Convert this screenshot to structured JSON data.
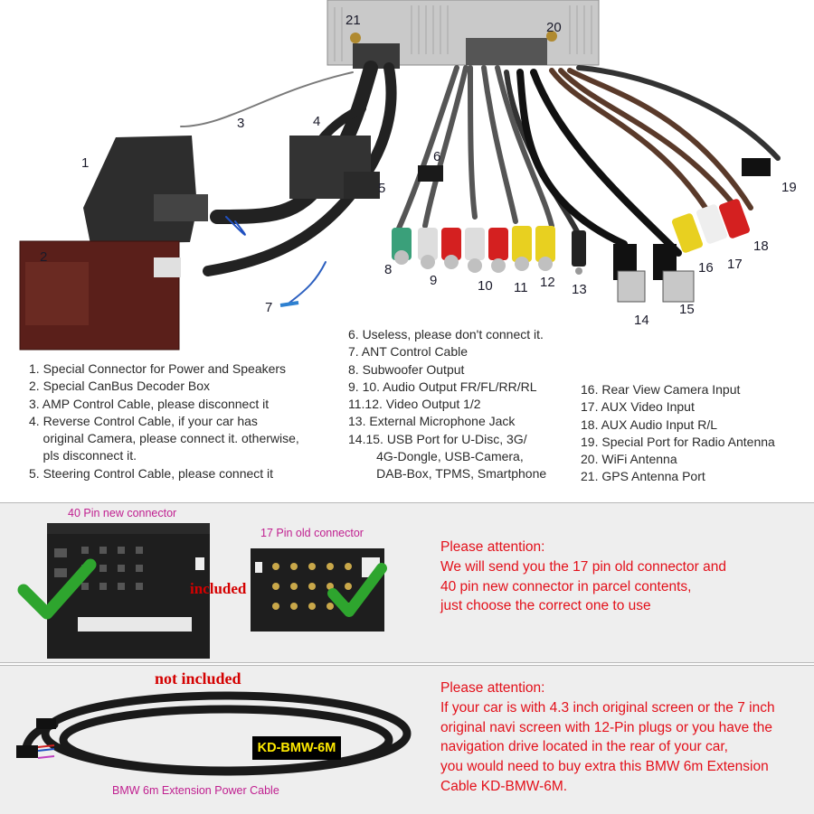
{
  "callouts": [
    "21",
    "20",
    "1",
    "2",
    "3",
    "4",
    "5",
    "6",
    "7",
    "8",
    "9",
    "10",
    "11",
    "12",
    "13",
    "14",
    "15",
    "16",
    "17",
    "18",
    "19"
  ],
  "head_unit_label": "",
  "legend_left": [
    "1. Special Connector for Power and Speakers",
    "2. Special CanBus Decoder Box",
    "3. AMP Control Cable, please disconnect it",
    "4. Reverse Control Cable, if your car has",
    "    original Camera, please connect it. otherwise,",
    "    pls disconnect it.",
    "5. Steering Control Cable, please connect it"
  ],
  "legend_middle": [
    "6. Useless, please don't connect it.",
    "7. ANT Control Cable",
    "8. Subwoofer Output",
    "9. 10. Audio Output FR/FL/RR/RL",
    "11.12. Video Output 1/2",
    "13. External Microphone Jack",
    "14.15. USB Port for U-Disc, 3G/",
    "        4G-Dongle, USB-Camera,",
    "        DAB-Box, TPMS, Smartphone"
  ],
  "legend_right": [
    "16. Rear View Camera Input",
    "17. AUX Video Input",
    "18. AUX Audio Input R/L",
    "19. Special Port for Radio Antenna",
    "20. WiFi Antenna",
    "21. GPS Antenna Port"
  ],
  "panel1": {
    "label_40pin": "40 Pin new connector",
    "label_17pin": "17 Pin old connector",
    "included": "included",
    "attention": [
      "Please attention:",
      "We will send you the 17 pin old connector and",
      "40 pin new connector in parcel contents,",
      "just choose the correct one to use"
    ]
  },
  "panel2": {
    "not_included": "not included",
    "cable_tag": "KD-BMW-6M",
    "cable_label": "BMW 6m Extension Power Cable",
    "attention": [
      "Please attention:",
      "If your car is with 4.3 inch original screen or the 7 inch",
      "original navi screen with 12-Pin plugs or you have the",
      "navigation drive located in the rear of your car,",
      "you would need to buy extra this BMW 6m Extension",
      "Cable KD-BMW-6M."
    ]
  },
  "colors": {
    "accent_red": "#e3101a",
    "check_green": "#2ea52e",
    "label_pink": "#c02090",
    "tag_yellow": "#ffea00"
  }
}
